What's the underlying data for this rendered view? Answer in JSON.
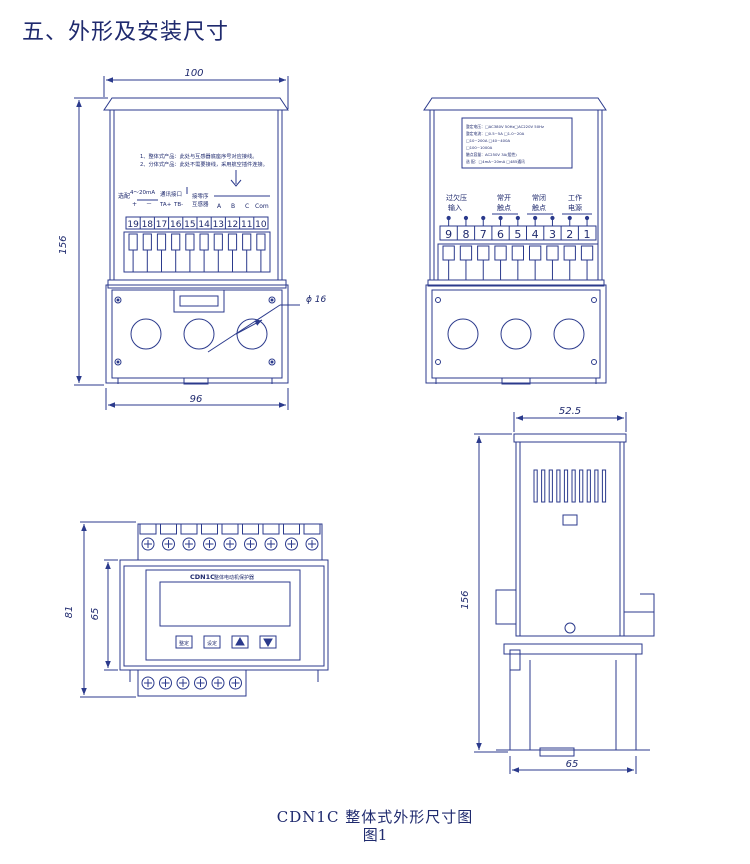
{
  "heading": "五、外形及安装尺寸",
  "caption": {
    "title": "CDN1C 整体式外形尺寸图",
    "figure": "图1"
  },
  "front_view": {
    "dim_width_top": "100",
    "dim_width_bottom": "96",
    "dim_height": "156",
    "dim_hole": "ϕ 16",
    "notes": [
      "1、整体式产品：此处与互感器底座序号对应接线。",
      "2、分体式产品：此处不需要接线，采用航空插件连接。"
    ],
    "terminal_group_left": "选配",
    "terminal_label_4to20": "4～20mA",
    "terminal_label_comm": "通讯接口",
    "terminal_label_plus": "+",
    "terminal_label_minus": "－",
    "terminal_label_ta": "TA+",
    "terminal_label_tb": "TB-",
    "terminal_label_zero": "接零序",
    "terminal_label_sensor": "互感器",
    "terminal_label_a": "A",
    "terminal_label_b": "B",
    "terminal_label_c": "C",
    "terminal_label_com": "Com",
    "terminals": [
      "19",
      "18",
      "17",
      "16",
      "15",
      "14",
      "13",
      "12",
      "11",
      "10"
    ]
  },
  "rear_view": {
    "label_overvoltage": "过欠压",
    "label_input": "输入",
    "label_no1": "常开",
    "label_no2": "触点",
    "label_nc1": "常闭",
    "label_nc2": "触点",
    "label_pw1": "工作",
    "label_pw2": "电源",
    "terminals": [
      "9",
      "8",
      "7",
      "6",
      "5",
      "4",
      "3",
      "2",
      "1"
    ],
    "nameplate": [
      "整定电压：□AC380V 50Hz□AC220V 50Hz",
      "整定电流：□0.5~5A    □1.0~20A",
      "              □10~200A  □40~400A",
      "              □100~1000A",
      "触点容量：AC250V 3A(阻性)",
      "选    配：□4mA~20mA   □485通讯"
    ]
  },
  "side_view": {
    "dim_depth_top": "52.5",
    "dim_height": "156",
    "dim_base": "65"
  },
  "panel_view": {
    "dim_total_height": "81",
    "dim_body_height": "65",
    "model": "CDN1C",
    "model_subtitle": "整体电动机保护器",
    "btn_set": "整定",
    "btn_confirm": "设定"
  },
  "colors": {
    "line": "#2b3a8c",
    "text": "#1f2a6e"
  }
}
